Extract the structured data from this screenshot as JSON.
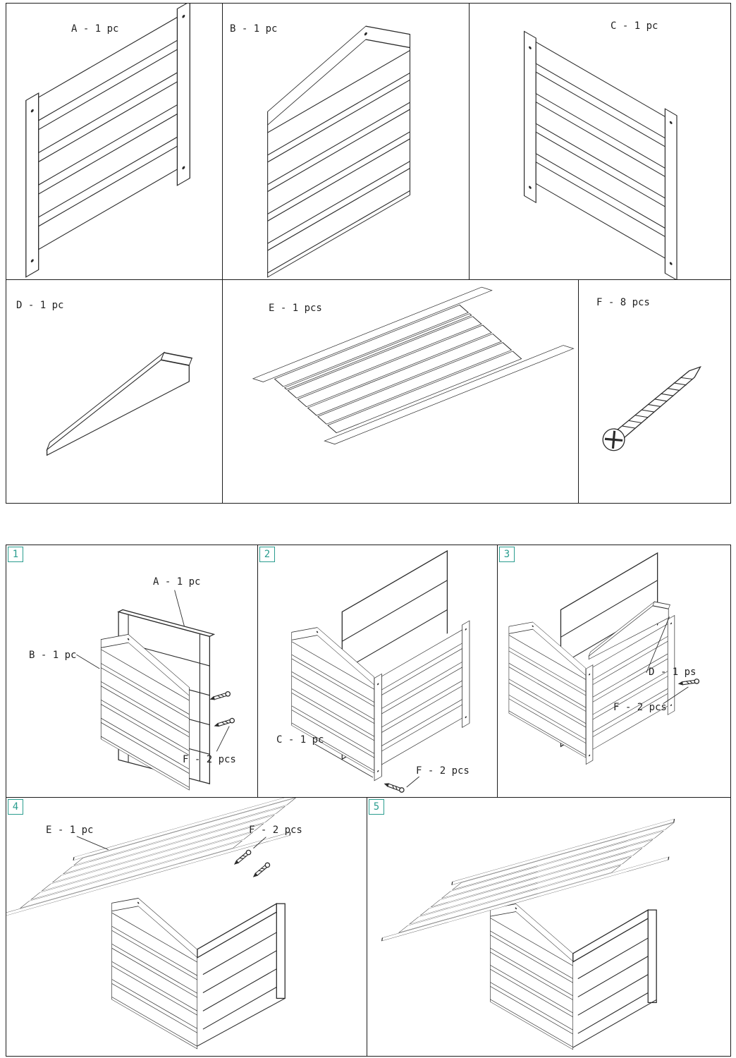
{
  "accent_color": "#2a9d8f",
  "line_color": "#2b2b2b",
  "parts": {
    "a": {
      "label": "A - 1 pc"
    },
    "b": {
      "label": "B - 1 pc"
    },
    "c": {
      "label": "C - 1 pc"
    },
    "d": {
      "label": "D - 1 pc"
    },
    "e": {
      "label": "E - 1 pcs"
    },
    "f": {
      "label": "F - 8 pcs"
    }
  },
  "steps": {
    "s1": {
      "num": "1",
      "label_a": "A - 1 pc",
      "label_b": "B - 1 pc",
      "label_f": "F - 2 pcs"
    },
    "s2": {
      "num": "2",
      "label_c": "C - 1 pc",
      "label_f": "F - 2 pcs"
    },
    "s3": {
      "num": "3",
      "label_d": "D - 1 ps",
      "label_f": "F - 2 pcs"
    },
    "s4": {
      "num": "4",
      "label_e": "E - 1 pc",
      "label_f": "F - 2 pcs"
    },
    "s5": {
      "num": "5"
    }
  }
}
